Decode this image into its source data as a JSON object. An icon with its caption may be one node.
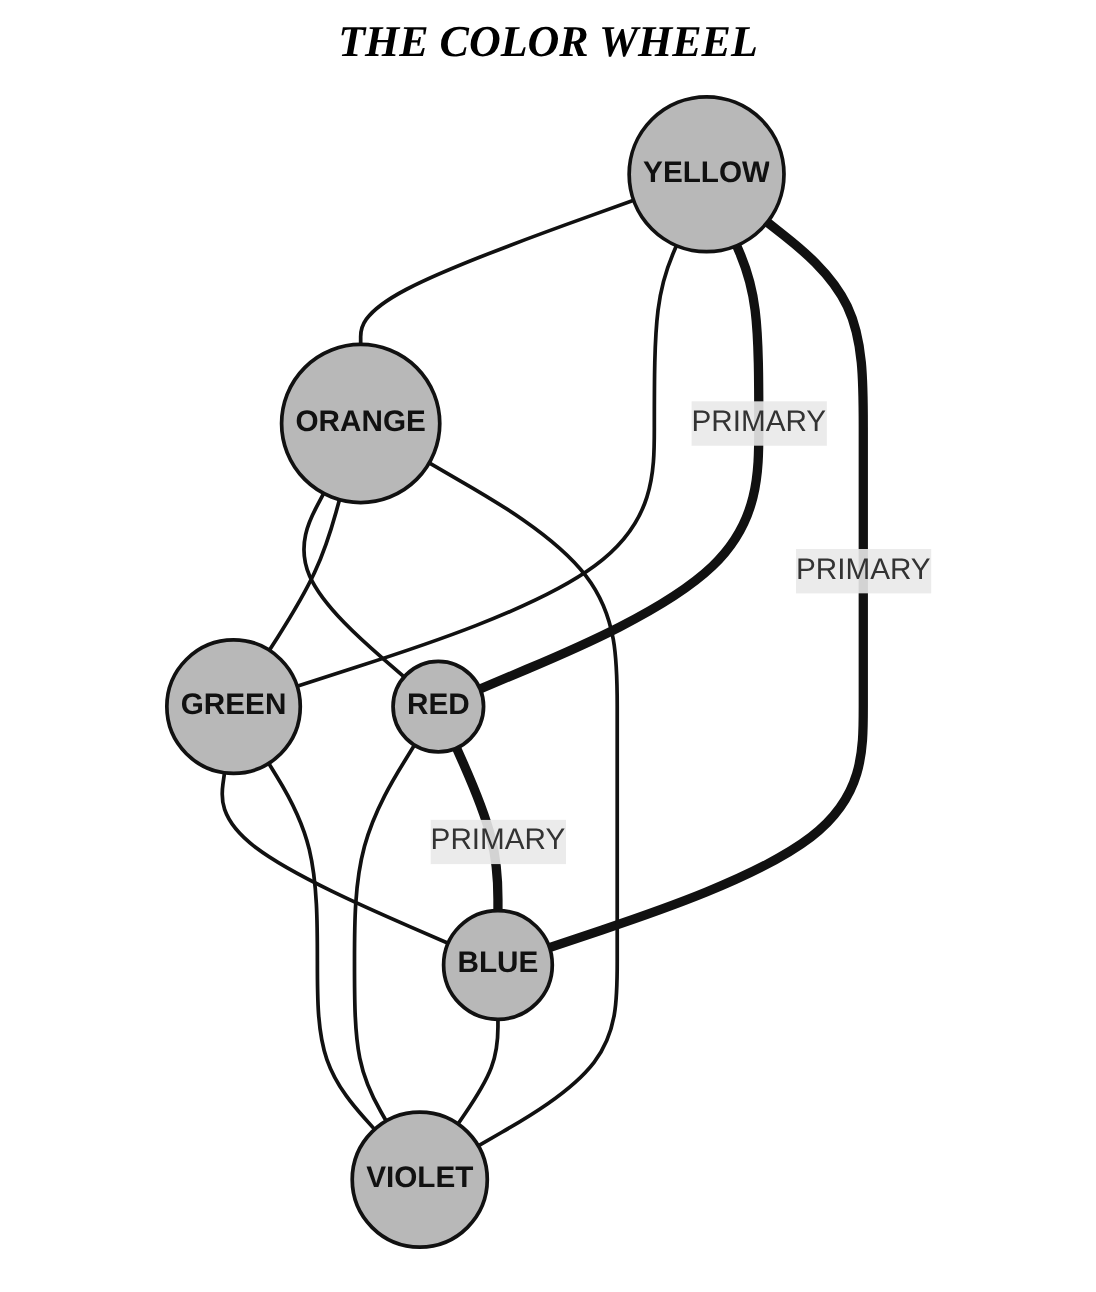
{
  "diagram": {
    "title": "THE COLOR WHEEL",
    "nodes": [
      {
        "text": [
          "YELLOW"
        ]
      },
      {
        "text": [
          "ORANGE"
        ]
      },
      {
        "text": [
          "GREEN"
        ]
      },
      {
        "text": [
          "RED"
        ]
      },
      {
        "text": [
          "BLUE"
        ]
      },
      {
        "text": [
          "VIOLET"
        ]
      }
    ],
    "edges": [
      {
        "from": 0,
        "to": 1,
        "arrow": "none"
      },
      {
        "from": 0,
        "to": 2,
        "arrow": "none"
      },
      {
        "from": 1,
        "to": 3,
        "arrow": "none"
      },
      {
        "from": 2,
        "to": 4,
        "arrow": "none"
      },
      {
        "from": 3,
        "to": 5,
        "arrow": "none"
      },
      {
        "from": 4,
        "to": 5,
        "arrow": "none"
      },
      {
        "from": 0,
        "to": 3,
        "arrow": "none",
        "label": "PRIMARY",
        "style": "thick"
      },
      {
        "from": 0,
        "to": 4,
        "arrow": "none",
        "label": "PRIMARY",
        "style": "thick"
      },
      {
        "from": 3,
        "to": 4,
        "arrow": "none",
        "label": "PRIMARY",
        "style": "thick"
      },
      {
        "from": 1,
        "to": 2,
        "arrow": "none"
      },
      {
        "from": 1,
        "to": 5,
        "arrow": "none"
      },
      {
        "from": 2,
        "to": 5,
        "arrow": "none"
      }
    ]
  }
}
